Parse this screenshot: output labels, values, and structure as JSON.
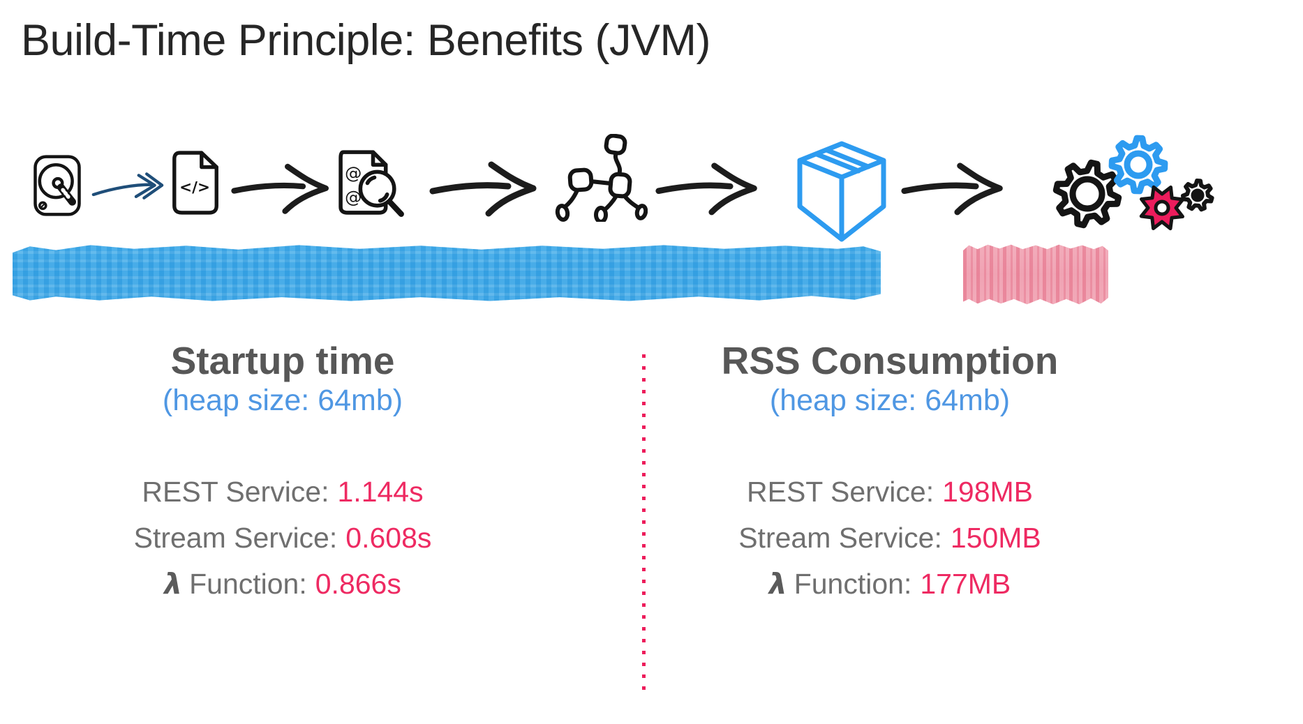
{
  "slide_title": "Build-Time Principle: Benefits (JVM)",
  "pipeline": {
    "icons": [
      "hard-disk-icon",
      "code-file-icon",
      "annotation-scan-file-icon",
      "dependency-graph-icon",
      "package-box-icon",
      "gears-icon"
    ],
    "arrow_icons": [
      "thin-navy-arrow-icon",
      "sketch-arrow-icon",
      "sketch-arrow-icon",
      "sketch-arrow-icon",
      "sketch-arrow-icon"
    ],
    "highlights": [
      "blue-highlight-stroke",
      "pink-highlight-stroke"
    ]
  },
  "panels": {
    "left": {
      "heading": "Startup time",
      "subheading": "(heap size: 64mb)",
      "rows": [
        {
          "symbol": "",
          "label": "REST Service:",
          "value": "1.144s"
        },
        {
          "symbol": "",
          "label": "Stream Service:",
          "value": "0.608s"
        },
        {
          "symbol": "λ",
          "label": "Function:",
          "value": "0.866s"
        }
      ]
    },
    "right": {
      "heading": "RSS Consumption",
      "subheading": "(heap size: 64mb)",
      "rows": [
        {
          "symbol": "",
          "label": "REST Service:",
          "value": "198MB"
        },
        {
          "symbol": "",
          "label": "Stream Service:",
          "value": "150MB"
        },
        {
          "symbol": "λ",
          "label": "Function:",
          "value": "177MB"
        }
      ]
    }
  },
  "colors": {
    "accent_blue": "#2D9BF0",
    "heap_blue": "#4f97e3",
    "value_pink": "#EE2A62",
    "separator_pink": "#ED1C5B",
    "highlight_blue": "#3FA7E6",
    "highlight_pink": "#EFA0B1",
    "heading_gray": "#575757",
    "label_gray": "#6F6F6F",
    "sketch_black": "#141414",
    "arrow_navy": "#1F4E79"
  }
}
